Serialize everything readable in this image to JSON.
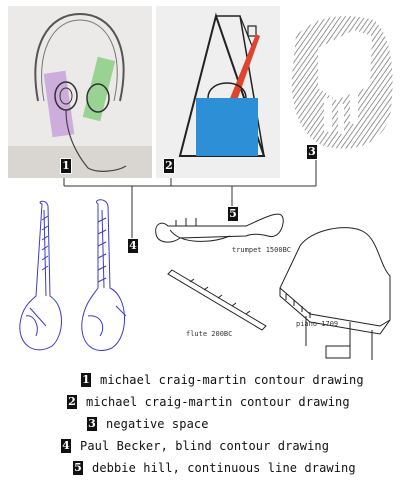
{
  "badges": [
    "1",
    "2",
    "3",
    "4",
    "5"
  ],
  "sketch_labels": {
    "trumpet": "trumpet 1500BC",
    "flute": "flute 200BC",
    "piano": "piano 1709"
  },
  "legend": [
    {
      "num": "1",
      "text": "michael craig-martin contour drawing"
    },
    {
      "num": "2",
      "text": "michael craig-martin contour drawing"
    },
    {
      "num": "3",
      "text": "negative space"
    },
    {
      "num": "4",
      "text": "Paul Becker, blind contour drawing"
    },
    {
      "num": "5",
      "text": "debbie hill, continuous line drawing"
    }
  ]
}
